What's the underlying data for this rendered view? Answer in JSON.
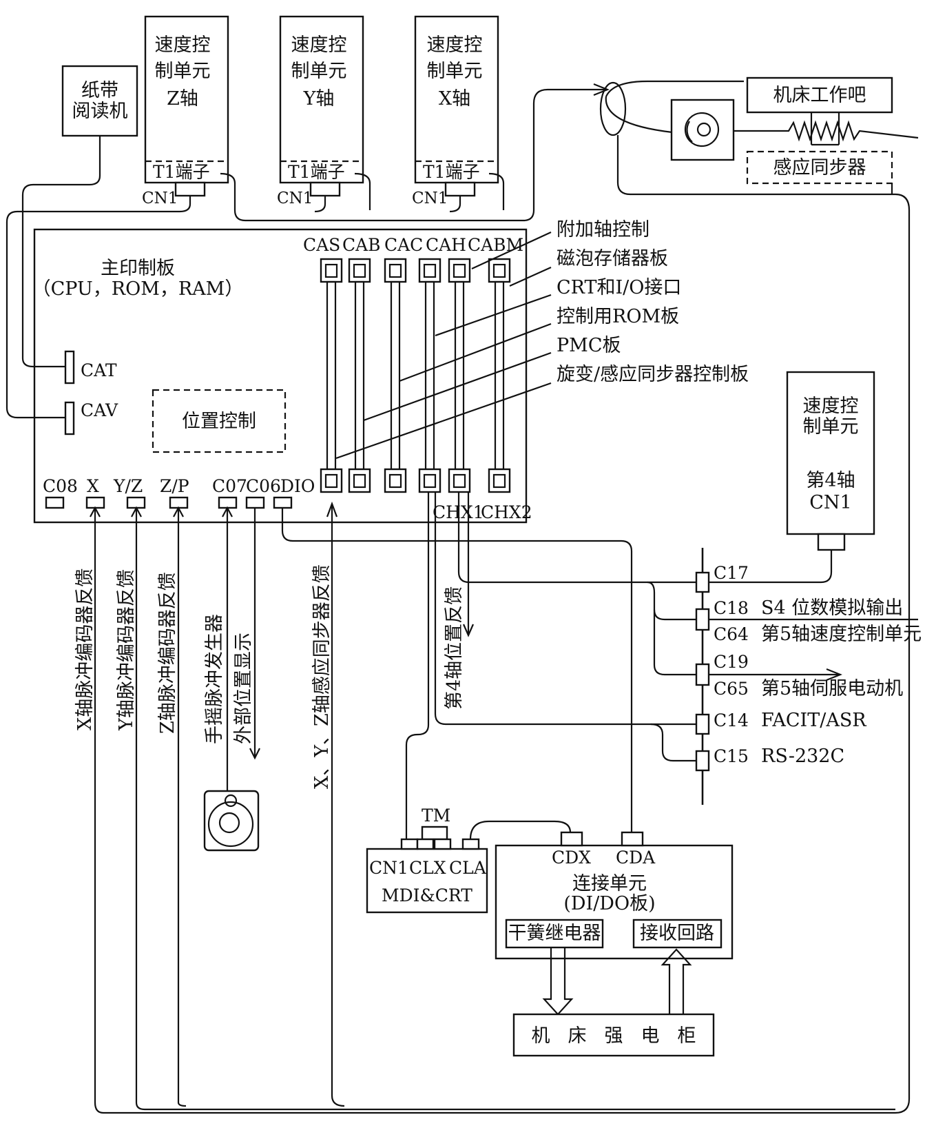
{
  "tape_reader": {
    "line1": "纸带",
    "line2": "阅读机"
  },
  "speed_units": [
    {
      "line1": "速度控",
      "line2": "制单元",
      "line3": "Z轴",
      "terminal": "T1端子",
      "cn": "CN1"
    },
    {
      "line1": "速度控",
      "line2": "制单元",
      "line3": "Y轴",
      "terminal": "T1端子",
      "cn": "CN1"
    },
    {
      "line1": "速度控",
      "line2": "制单元",
      "line3": "X轴",
      "terminal": "T1端子",
      "cn": "CN1"
    }
  ],
  "machine_table": "机床工作吧",
  "inductosyn": "感应同步器",
  "main_board": {
    "line1": "主印制板",
    "line2": "（CPU，ROM，RAM）"
  },
  "connectors_left": {
    "cat": "CAT",
    "cav": "CAV"
  },
  "position_control": "位置控制",
  "slots": [
    "CAS",
    "CAB",
    "CAC",
    "CAH",
    "CABM"
  ],
  "board_labels": [
    "附加轴控制",
    "磁泡存储器板",
    "CRT和I/O接口",
    "控制用ROM板",
    "PMC板",
    "旋变/感应同步器控制板"
  ],
  "bottom_connectors": [
    "C08",
    "X",
    "Y/Z",
    "Z/P",
    "C07",
    "C06",
    "DIO"
  ],
  "chx": {
    "chx1": "CHX1",
    "chx2": "CHX2"
  },
  "speed_unit_4": {
    "line1": "速度控",
    "line2": "制单元",
    "line3": "第4轴",
    "line4": "CN1"
  },
  "bus_connectors": [
    {
      "top": "C17",
      "text": ""
    },
    {
      "top": "C18",
      "text": "S4 位数模拟输出"
    },
    {
      "top": "C64",
      "text": "第5轴速度控制单元"
    },
    {
      "top": "C19",
      "text": ""
    },
    {
      "top": "C65",
      "text": "第5轴伺服电动机"
    },
    {
      "top": "C14",
      "text": "FACIT/ASR"
    },
    {
      "top": "C15",
      "text": "RS-232C"
    }
  ],
  "feedback_labels": [
    "X轴脉冲编码器反馈",
    "Y轴脉冲编码器反馈",
    "Z轴脉冲编码器反馈",
    "手摇脉冲发生器",
    "外部位置显示",
    "X、Y、Z轴感应同步器反馈",
    "第4轴位置反馈"
  ],
  "mdi_crt": {
    "tm": "TM",
    "cn1": "CN1",
    "clx": "CLX",
    "cla": "CLA",
    "name": "MDI&CRT"
  },
  "connect_unit": {
    "cdx": "CDX",
    "cda": "CDA",
    "line1": "连接单元",
    "line2": "(DI/DO板)",
    "relay": "干簧继电器",
    "receive": "接收回路"
  },
  "cabinet": [
    "机",
    "床",
    "强",
    "电",
    "柜"
  ]
}
